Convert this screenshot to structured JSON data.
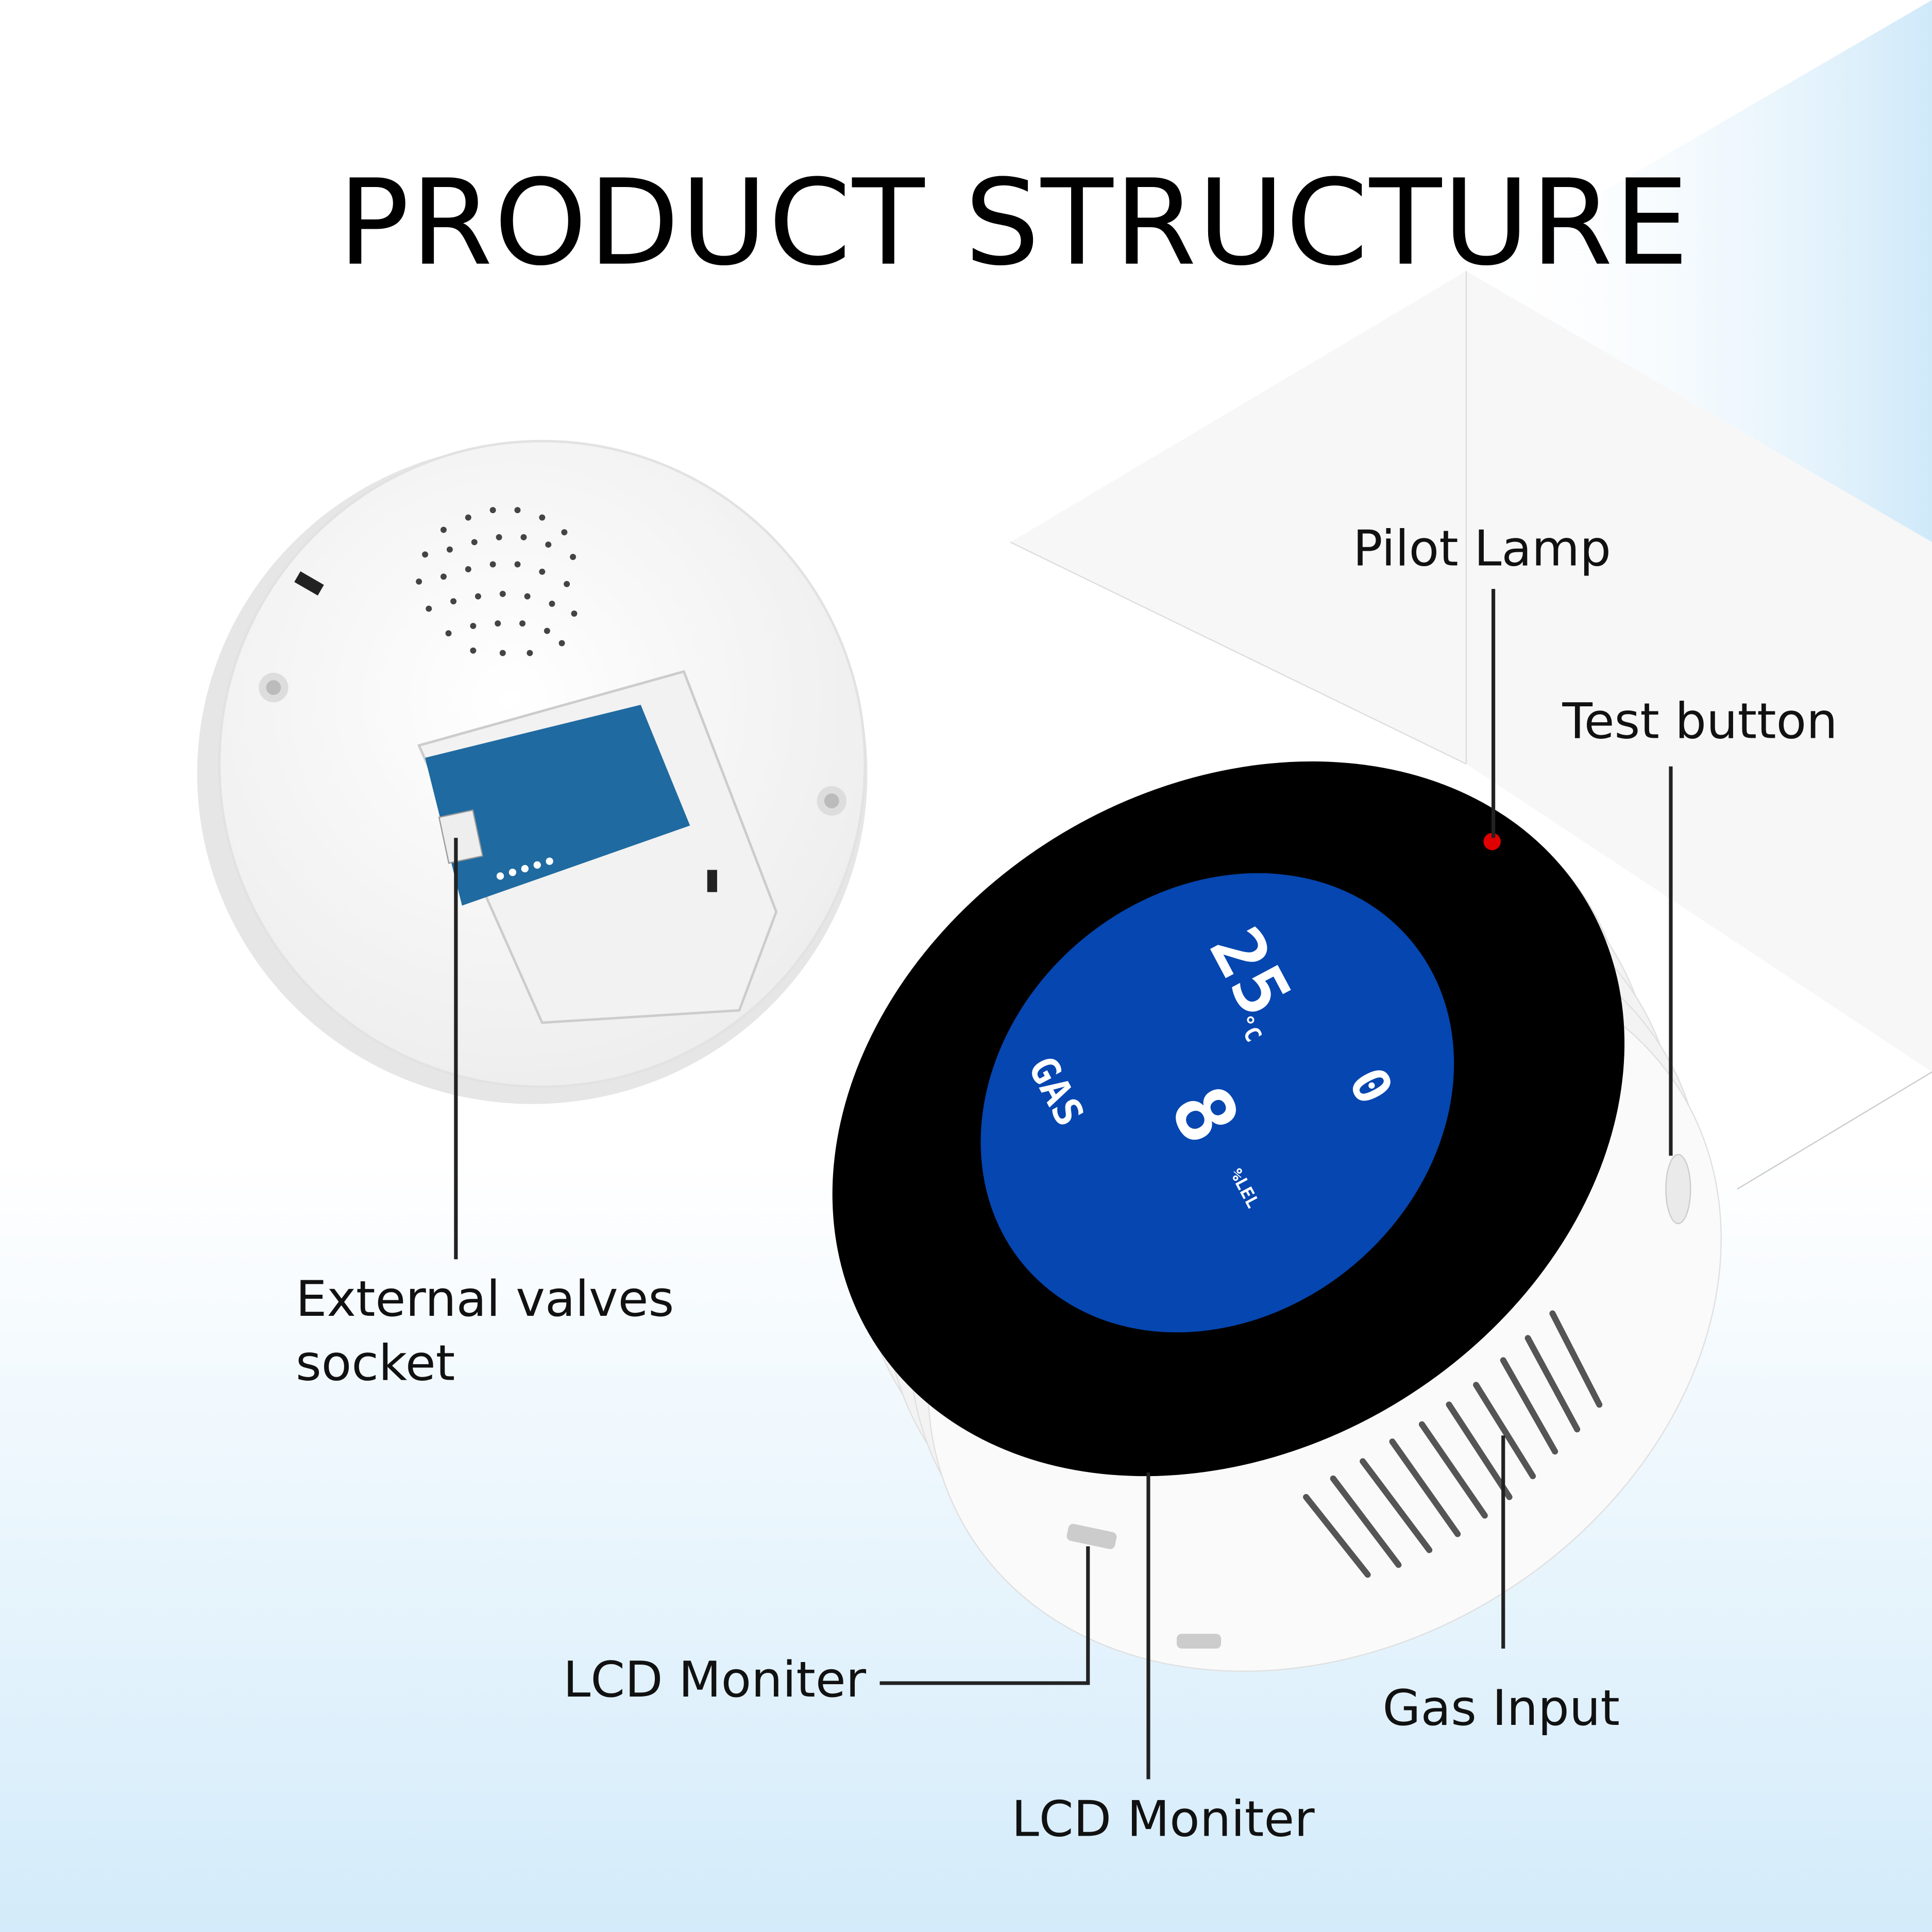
{
  "title": "PRODUCT STRUCTURE",
  "labels": {
    "pilot_lamp": "Pilot Lamp",
    "test_button": "Test button",
    "external_valves_line1": "External valves",
    "external_valves_line2": "socket",
    "lcd_moniter_left": "LCD Moniter",
    "lcd_moniter_bottom": "LCD Moniter",
    "gas_input": "Gas Input"
  },
  "lcd_display": {
    "temperature": "25",
    "temp_unit": "°C",
    "gas_label": "GAS",
    "gas_value": "8",
    "gas_unit": "%LEL",
    "status_value": "0"
  },
  "colors": {
    "screen_blue": "#0546b0",
    "bezel": "#000000",
    "pilot_lamp": "#e00000",
    "background_blue": "#d3ebfa"
  }
}
